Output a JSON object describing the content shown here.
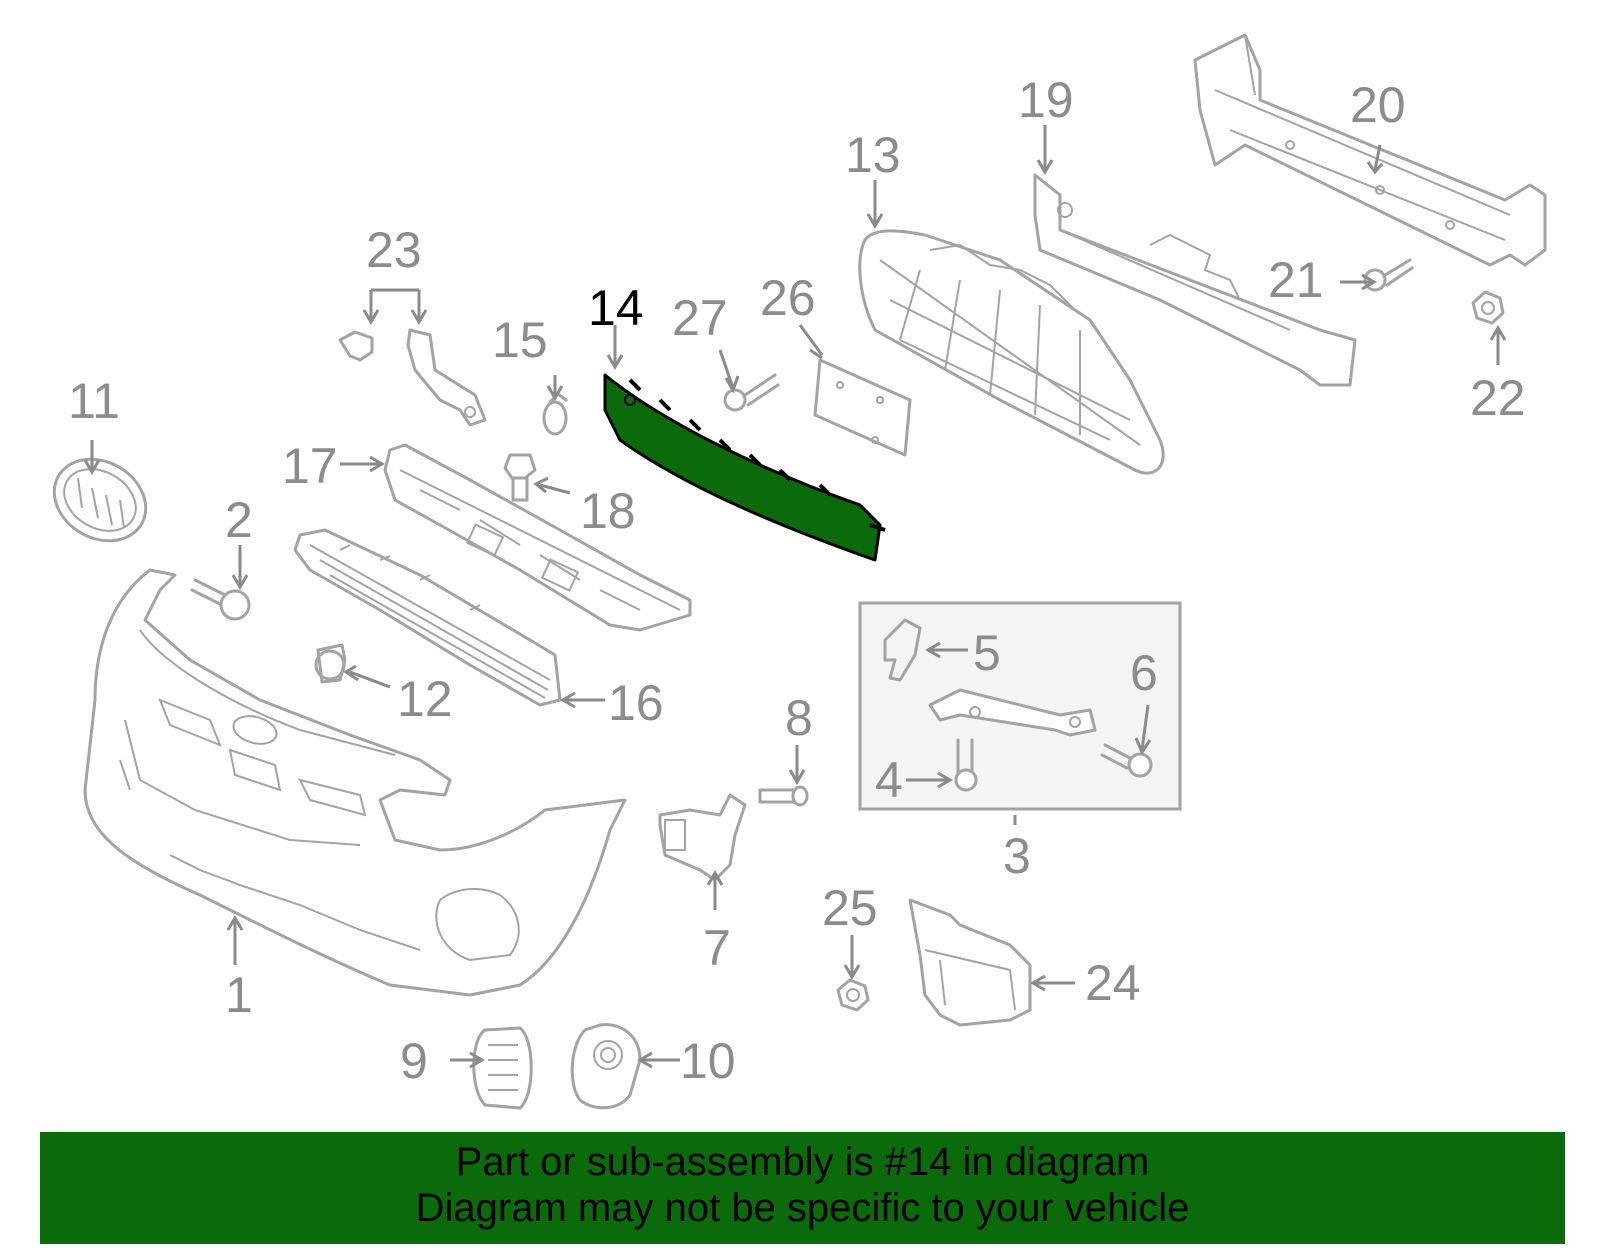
{
  "diagram": {
    "callouts": {
      "c1": "1",
      "c2": "2",
      "c3": "3",
      "c4": "4",
      "c5": "5",
      "c6": "6",
      "c7": "7",
      "c8": "8",
      "c9": "9",
      "c10": "10",
      "c11": "11",
      "c12": "12",
      "c13": "13",
      "c14": "14",
      "c15": "15",
      "c16": "16",
      "c17": "17",
      "c18": "18",
      "c19": "19",
      "c20": "20",
      "c21": "21",
      "c22": "22",
      "c23": "23",
      "c24": "24",
      "c25": "25",
      "c26": "26",
      "c27": "27"
    },
    "highlighted_part": "14",
    "colors": {
      "highlight": "#0b6b0b",
      "outline": "#a3a3a3",
      "callout_text": "#8c8c8c",
      "inset_box_fill": "#f4f4f4"
    }
  },
  "banner": {
    "line1": "Part or sub-assembly is #14 in diagram",
    "line2": "Diagram may not be specific to your vehicle"
  }
}
